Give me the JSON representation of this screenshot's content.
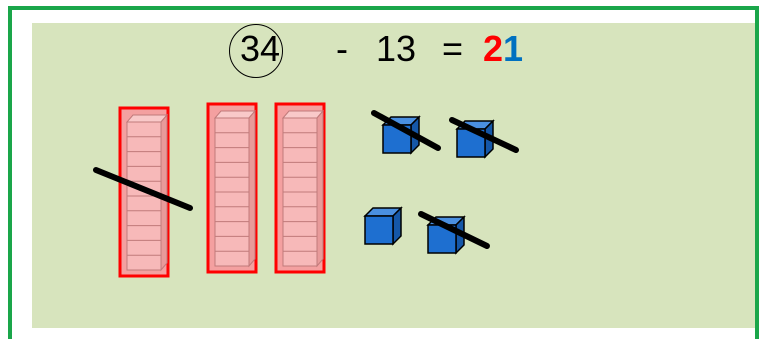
{
  "equation": {
    "minuend": "34",
    "operator": "-",
    "subtrahend": "13",
    "equals": "=",
    "result_tens": "2",
    "result_ones": "1"
  },
  "colors": {
    "border": "#1aa64a",
    "panel": "#d7e4bd",
    "tens_fill": "#f4a0a0",
    "tens_outline": "#ff0000",
    "ones_fill": "#1e6fd0",
    "result_tens": "#ff0000",
    "result_ones": "#0070c0"
  },
  "blocks": {
    "tens_rods": [
      {
        "crossed_out": true
      },
      {
        "crossed_out": false
      },
      {
        "crossed_out": false
      }
    ],
    "ones_cubes": [
      {
        "crossed_out": true
      },
      {
        "crossed_out": true
      },
      {
        "crossed_out": false
      },
      {
        "crossed_out": true
      }
    ]
  }
}
